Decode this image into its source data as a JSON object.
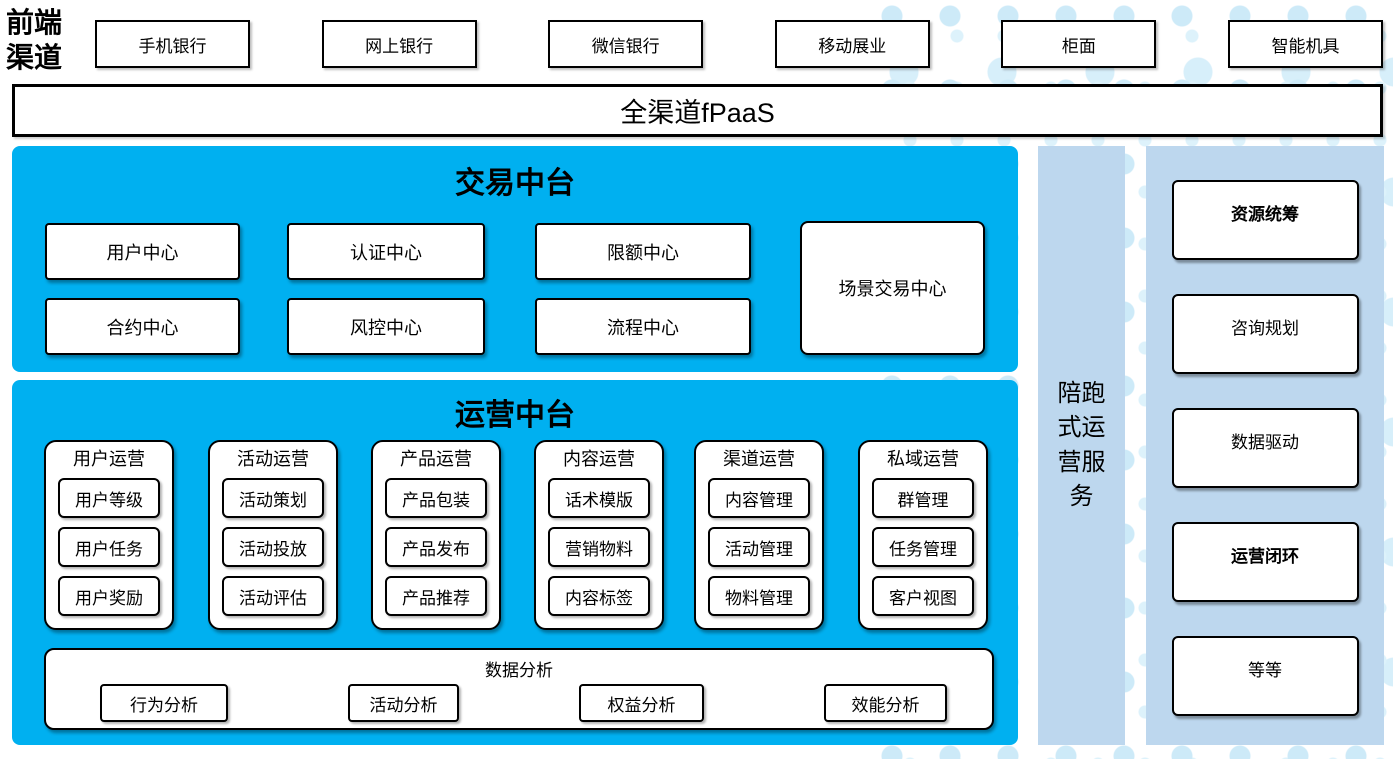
{
  "header": {
    "front_label": "前端渠道",
    "channels": [
      "手机银行",
      "网上银行",
      "微信银行",
      "移动展业",
      "柜面",
      "智能机具"
    ]
  },
  "fpaas": {
    "label": "全渠道fPaaS"
  },
  "transaction": {
    "title": "交易中台",
    "row1": [
      "用户中心",
      "认证中心",
      "限额中心"
    ],
    "row2": [
      "合约中心",
      "风控中心",
      "流程中心"
    ],
    "scene": "场景交易中心"
  },
  "operation": {
    "title": "运营中台",
    "groups": [
      {
        "title": "用户运营",
        "items": [
          "用户等级",
          "用户任务",
          "用户奖励"
        ]
      },
      {
        "title": "活动运营",
        "items": [
          "活动策划",
          "活动投放",
          "活动评估"
        ]
      },
      {
        "title": "产品运营",
        "items": [
          "产品包装",
          "产品发布",
          "产品推荐"
        ]
      },
      {
        "title": "内容运营",
        "items": [
          "话术模版",
          "营销物料",
          "内容标签"
        ]
      },
      {
        "title": "渠道运营",
        "items": [
          "内容管理",
          "活动管理",
          "物料管理"
        ]
      },
      {
        "title": "私域运营",
        "items": [
          "群管理",
          "任务管理",
          "客户视图"
        ]
      }
    ],
    "analysis": {
      "title": "数据分析",
      "items": [
        "行为分析",
        "活动分析",
        "权益分析",
        "效能分析"
      ]
    }
  },
  "accompany": {
    "label": "陪跑式运营服务"
  },
  "service_panel": {
    "items": [
      {
        "label": "资源统筹",
        "bold": true
      },
      {
        "label": "咨询规划",
        "bold": false
      },
      {
        "label": "数据驱动",
        "bold": false
      },
      {
        "label": "运营闭环",
        "bold": true
      },
      {
        "label": "等等",
        "bold": false
      }
    ]
  },
  "colors": {
    "cyan": "#00b0f0",
    "light_blue": "#bdd7ee",
    "dot": "#cdeaf8"
  }
}
